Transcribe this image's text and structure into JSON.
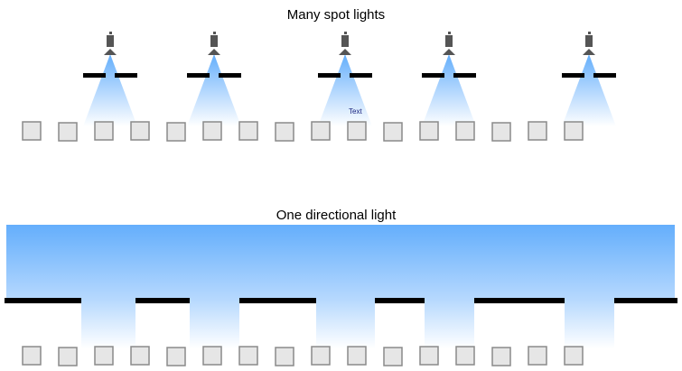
{
  "spot_section": {
    "title": "Many spot lights",
    "label": "Text",
    "light_count": 5,
    "object_count": 16
  },
  "directional_section": {
    "title": "One directional light",
    "object_count": 16
  },
  "colors": {
    "light": "#64aefc",
    "bar": "#000000",
    "object_fill": "#e6e6e6",
    "object_stroke": "#8a8a8a",
    "lamp": "#555555"
  }
}
